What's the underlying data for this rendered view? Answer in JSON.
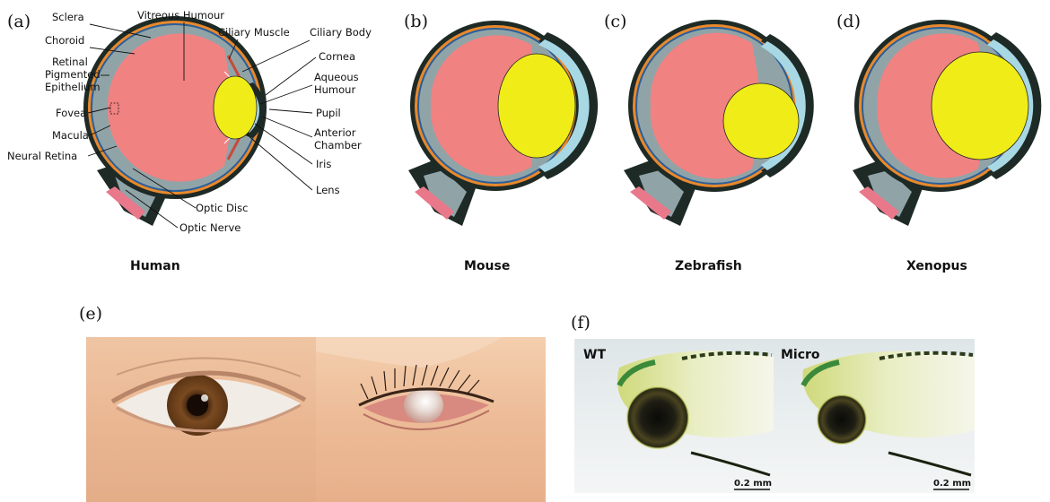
{
  "panels": {
    "a": {
      "label": "(a)",
      "caption": "Human"
    },
    "b": {
      "label": "(b)",
      "caption": "Mouse"
    },
    "c": {
      "label": "(c)",
      "caption": "Zebrafish"
    },
    "d": {
      "label": "(d)",
      "caption": "Xenopus"
    },
    "e": {
      "label": "(e)"
    },
    "f": {
      "label": "(f)",
      "left_tag": "WT",
      "right_tag": "Micro",
      "scale_left": "0.2 mm",
      "scale_right": "0.2 mm"
    }
  },
  "anatomy_labels": {
    "sclera": "Sclera",
    "vitreous": "Vitreous Humour",
    "choroid": "Choroid",
    "ciliary_muscle": "Ciliary Muscle",
    "ciliary_body": "Ciliary Body",
    "rpe_1": "Retinal",
    "rpe_2": "Pigmented",
    "rpe_3": "Epithelium",
    "cornea": "Cornea",
    "aqueous_1": "Aqueous",
    "aqueous_2": "Humour",
    "fovea": "Fovea",
    "pupil": "Pupil",
    "macula": "Macula",
    "anterior_1": "Anterior",
    "anterior_2": "Chamber",
    "neural_retina": "Neural Retina",
    "iris": "Iris",
    "lens": "Lens",
    "optic_disc": "Optic Disc",
    "optic_nerve": "Optic Nerve"
  },
  "colors": {
    "vitreous": "#f08282",
    "lens": "#f0ec18",
    "retina_gray": "#90a4a8",
    "sclera_dark": "#1e2a26",
    "choroid_orange": "#e8892c",
    "rpe_blue": "#2c5e9a",
    "aqueous_blue": "#a8d8e4",
    "nerve_pink": "#e8788a"
  }
}
